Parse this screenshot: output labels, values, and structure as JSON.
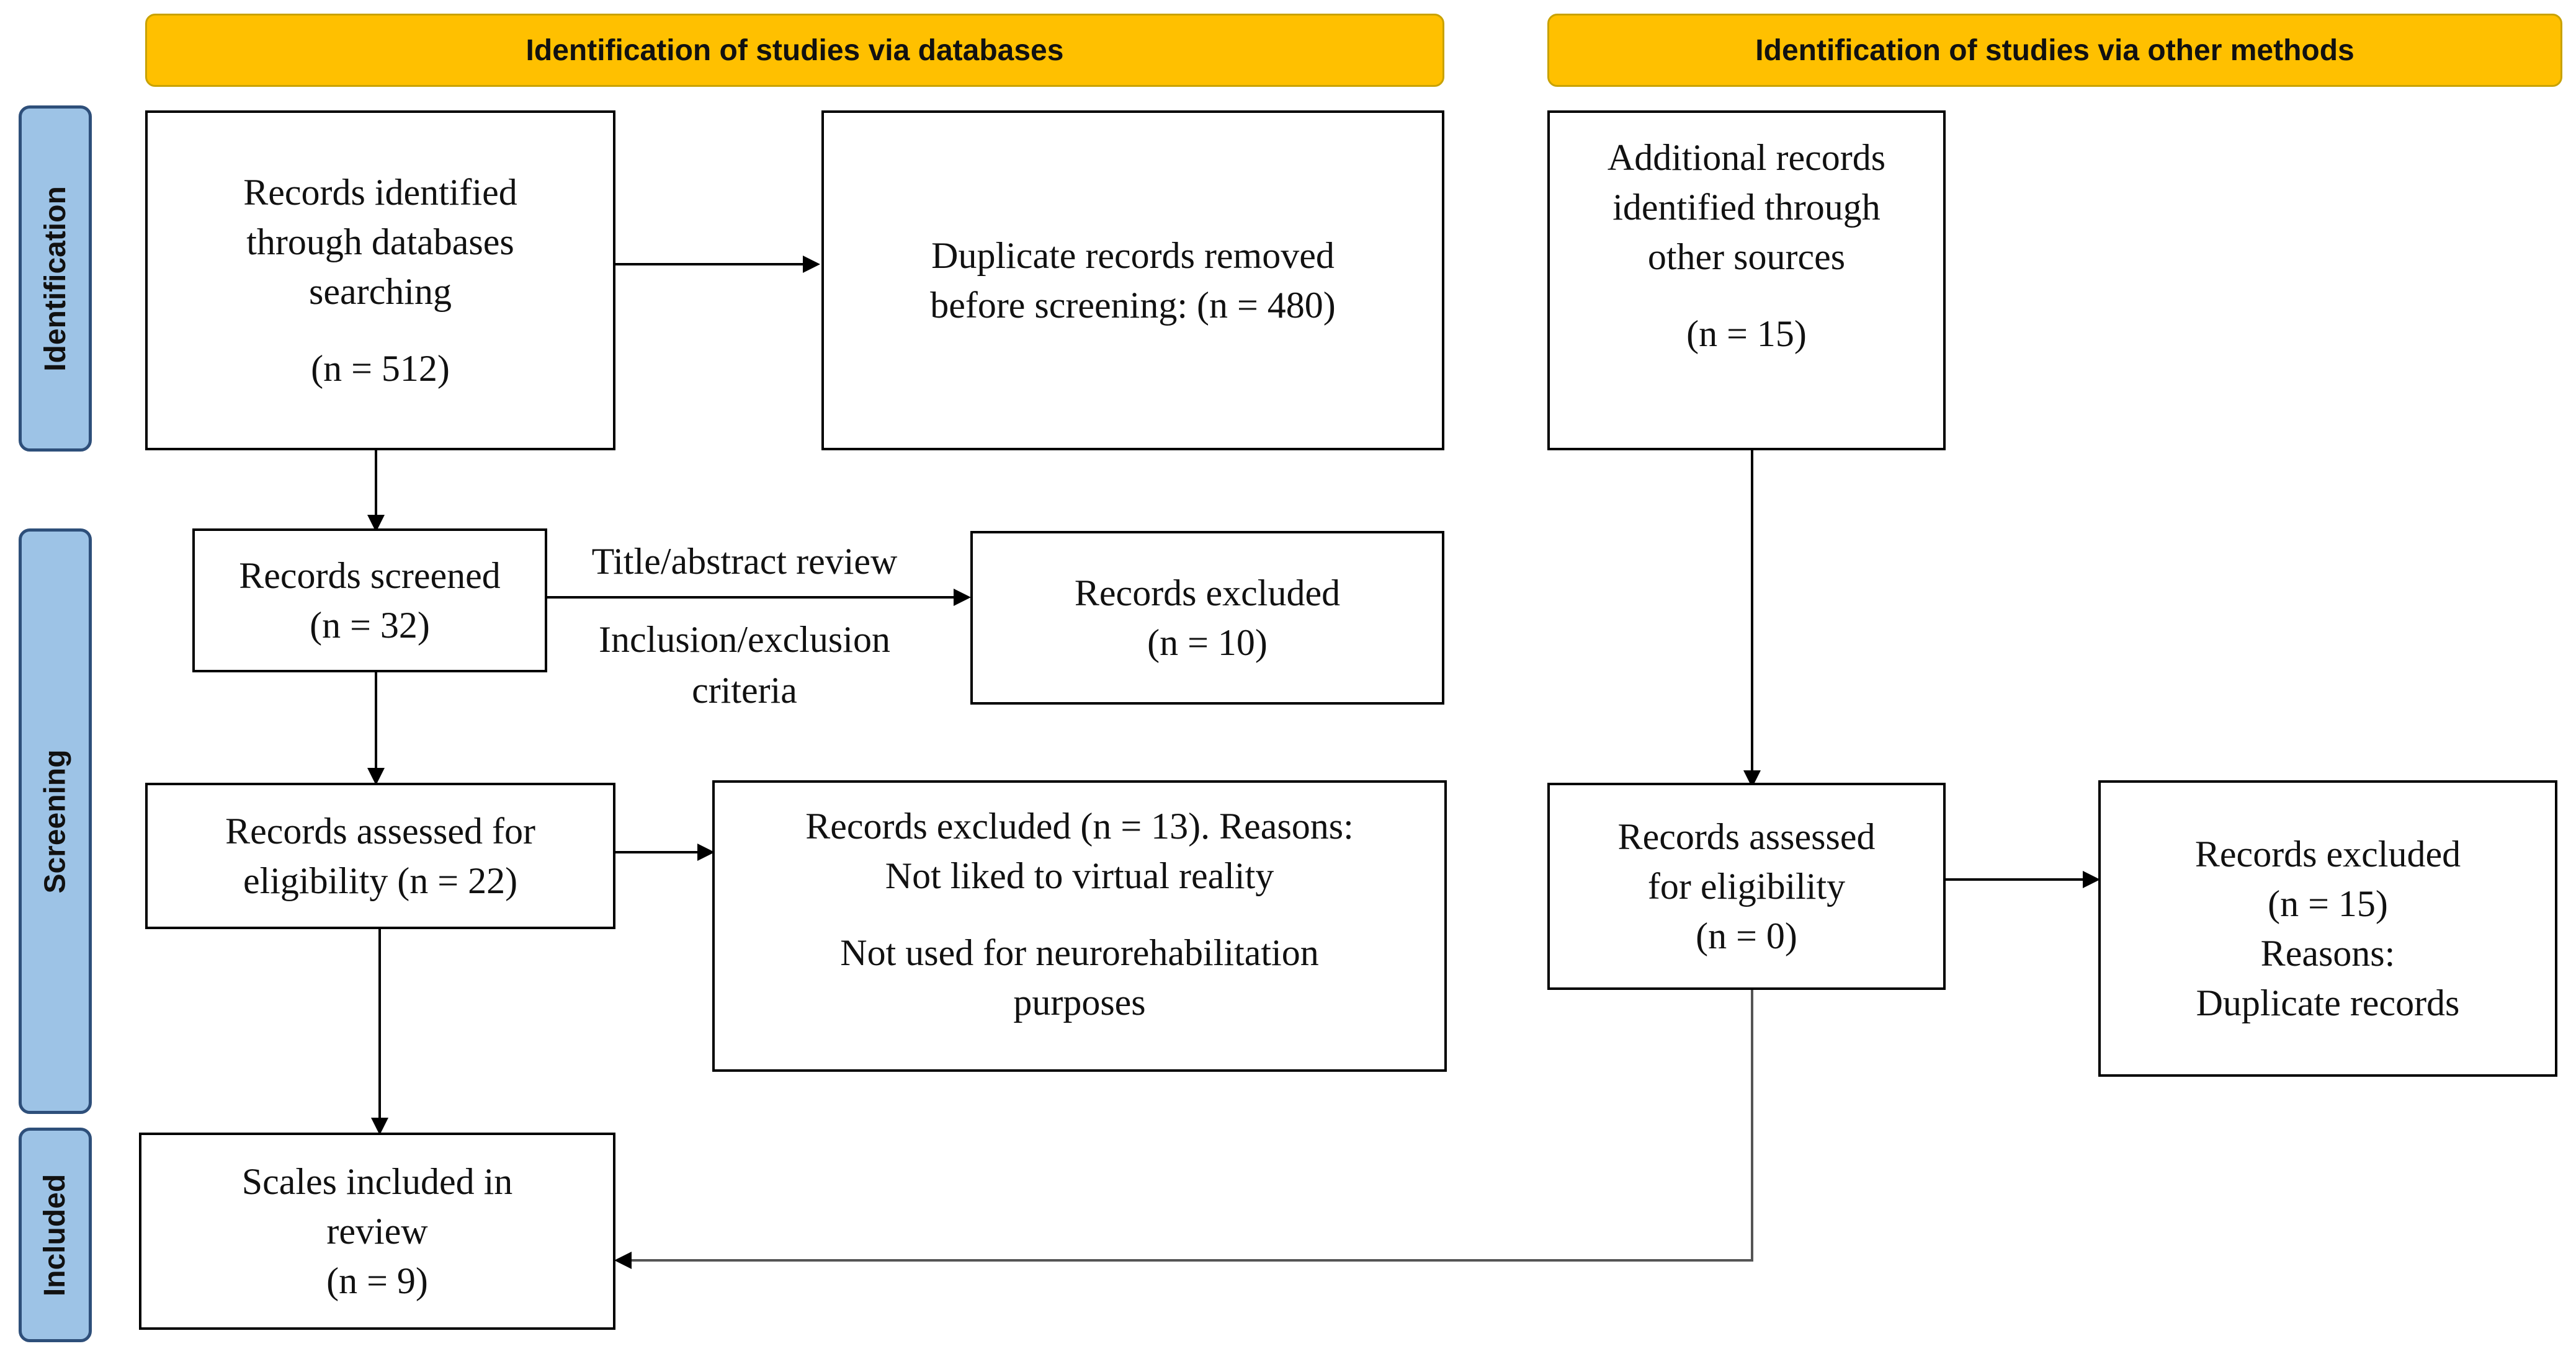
{
  "headers": {
    "databases": "Identification of studies via databases",
    "other_methods": "Identification of studies via other methods"
  },
  "stages": {
    "identification": "Identification",
    "screening": "Screening",
    "included": "Included"
  },
  "boxes": {
    "records_identified": {
      "l1": "Records identified",
      "l2": "through databases",
      "l3": "searching",
      "n": "(n = 512)"
    },
    "duplicates_removed": {
      "l1": "Duplicate records removed",
      "l2": "before screening: (n = 480)"
    },
    "additional_records": {
      "l1": "Additional records",
      "l2": "identified through",
      "l3": "other sources",
      "n": "(n = 15)"
    },
    "records_screened": {
      "l1": "Records screened",
      "l2": "(n = 32)"
    },
    "records_excluded_screen": {
      "l1": "Records excluded",
      "l2": "(n = 10)"
    },
    "assessed_db": {
      "l1": "Records assessed for",
      "l2": "eligibility (n = 22)"
    },
    "excluded_db": {
      "l1": "Records excluded (n = 13). Reasons:",
      "l2": "Not liked to virtual reality",
      "l3": "Not used for neurorehabilitation",
      "l4": "purposes"
    },
    "assessed_other": {
      "l1": "Records assessed",
      "l2": "for eligibility",
      "l3": "(n = 0)"
    },
    "excluded_other": {
      "l1": "Records excluded",
      "l2": "(n = 15)",
      "l3": "Reasons:",
      "l4": "Duplicate records"
    },
    "included": {
      "l1": "Scales included in",
      "l2": "review",
      "l3": "(n = 9)"
    }
  },
  "labels": {
    "title_abstract": "Title/abstract review",
    "inclusion_exclusion_1": "Inclusion/exclusion",
    "inclusion_exclusion_2": "criteria"
  }
}
